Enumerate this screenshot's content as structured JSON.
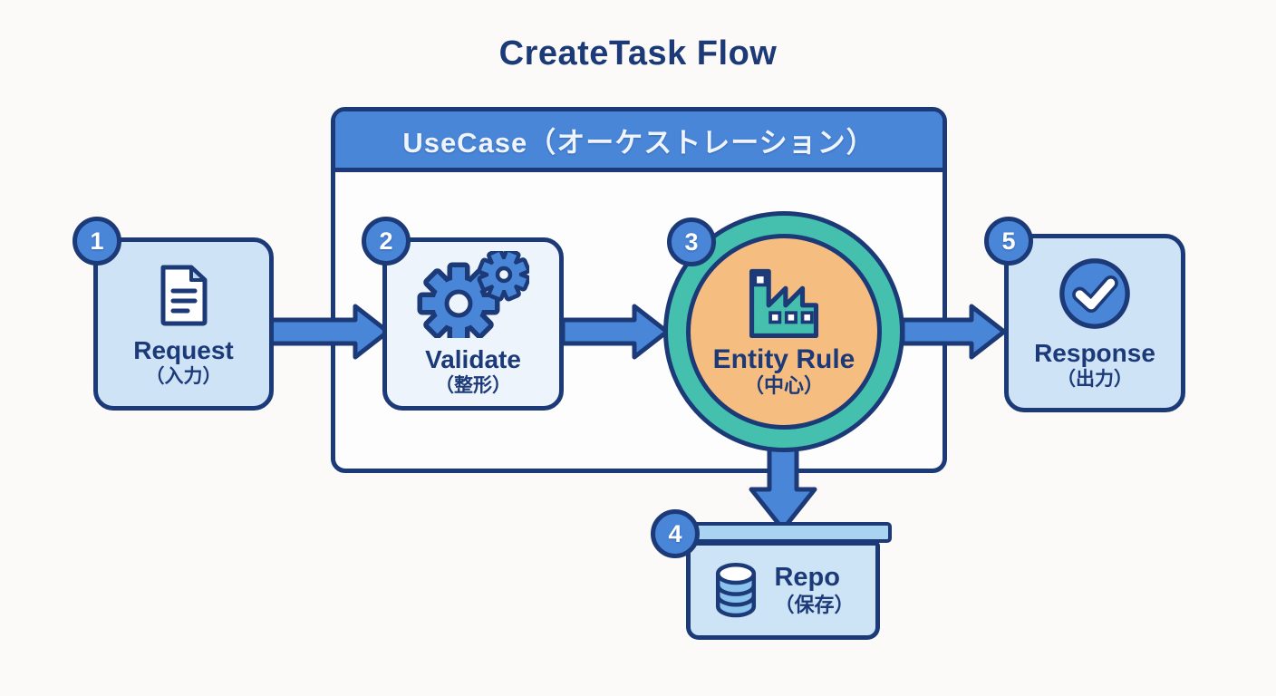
{
  "title": "CreateTask Flow",
  "usecase": {
    "header": "UseCase（オーケストレーション）"
  },
  "nodes": {
    "request": {
      "badge": "1",
      "label": "Request",
      "sublabel": "（入力）",
      "icon": "document-icon"
    },
    "validate": {
      "badge": "2",
      "label": "Validate",
      "sublabel": "（整形）",
      "icon": "gears-icon"
    },
    "entity": {
      "badge": "3",
      "label": "Entity Rule",
      "sublabel": "（中心）",
      "icon": "factory-icon"
    },
    "repo": {
      "badge": "4",
      "label": "Repo",
      "sublabel": "（保存）",
      "icon": "database-icon"
    },
    "response": {
      "badge": "5",
      "label": "Response",
      "sublabel": "（出力）",
      "icon": "check-icon"
    }
  },
  "flow_order": [
    "request",
    "validate",
    "entity",
    "repo",
    "response"
  ],
  "colors": {
    "navy": "#1c3a78",
    "blue": "#4a86d8",
    "light_blue_fill": "#cfe3f7",
    "pale_blue_fill": "#edf4fb",
    "teal": "#45bfae",
    "orange": "#f6bd81",
    "background": "#fbfaf8",
    "container_body": "#fdfdfd",
    "repo_lid": "#a9d3f0",
    "repo_body": "#cde4f6",
    "header_text": "#edf4fc",
    "white": "#ffffff",
    "doc_fold": "#b9d7f2",
    "db_body": "#8cc2ee"
  }
}
